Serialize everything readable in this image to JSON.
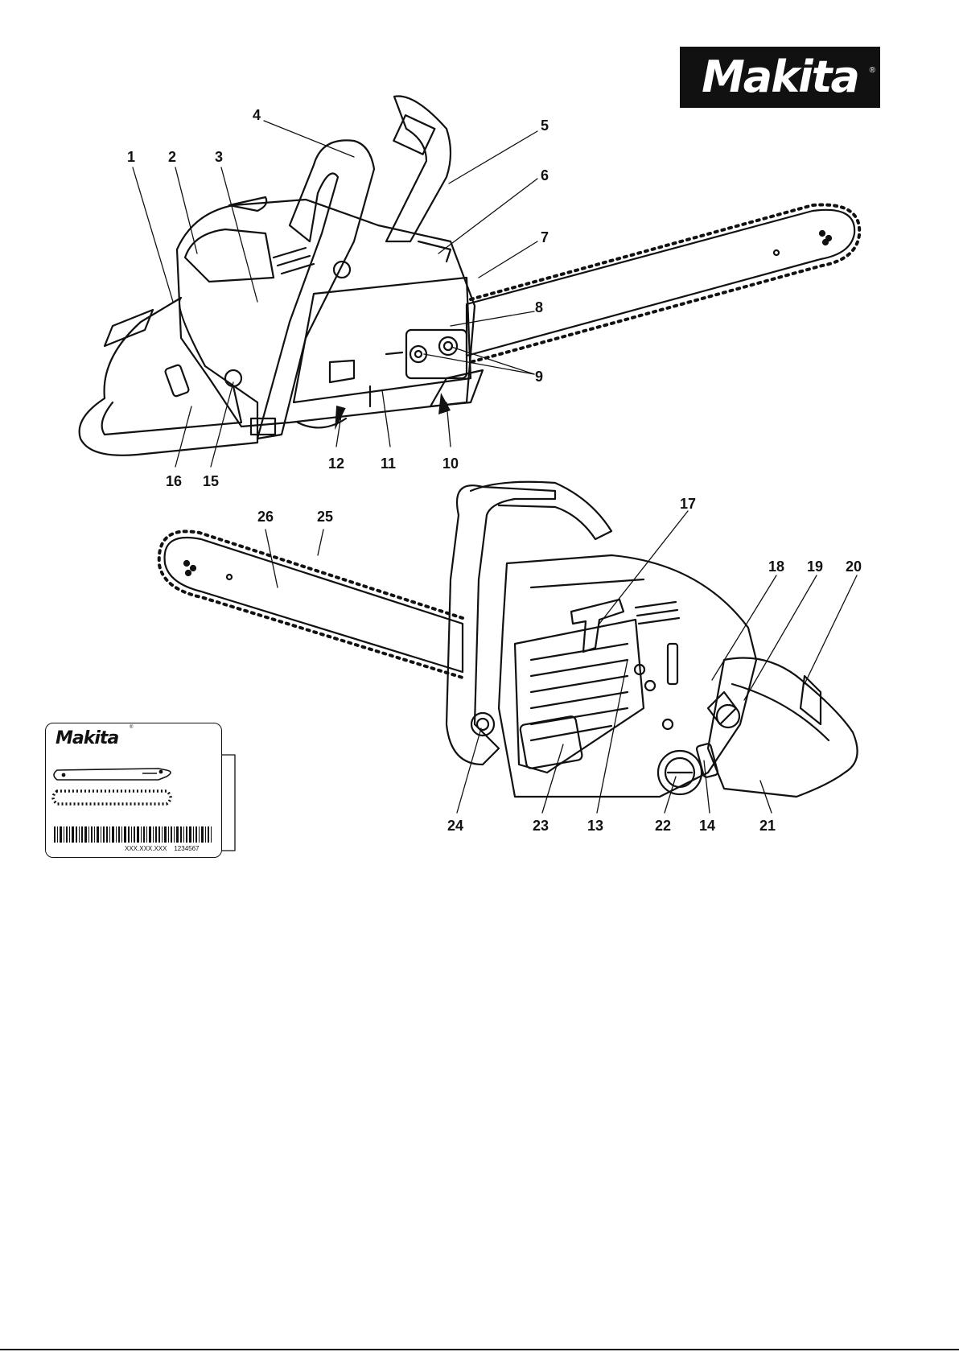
{
  "brand": {
    "logo_text": "Makita",
    "registered_mark": "®"
  },
  "callouts": {
    "c1": "1",
    "c2": "2",
    "c3": "3",
    "c4": "4",
    "c5": "5",
    "c6": "6",
    "c7": "7",
    "c8": "8",
    "c9": "9",
    "c10": "10",
    "c11": "11",
    "c12": "12",
    "c15": "15",
    "c16": "16",
    "c17": "17",
    "c18": "18",
    "c19": "19",
    "c20": "20",
    "c21": "21",
    "c22": "22",
    "c23": "23",
    "c13": "13",
    "c14": "14",
    "c24": "24",
    "c25": "25",
    "c26": "26"
  },
  "label_card": {
    "logo_text": "Makita",
    "registered_mark": "®",
    "codes": "XXX.XXX.XXX    1234567"
  }
}
